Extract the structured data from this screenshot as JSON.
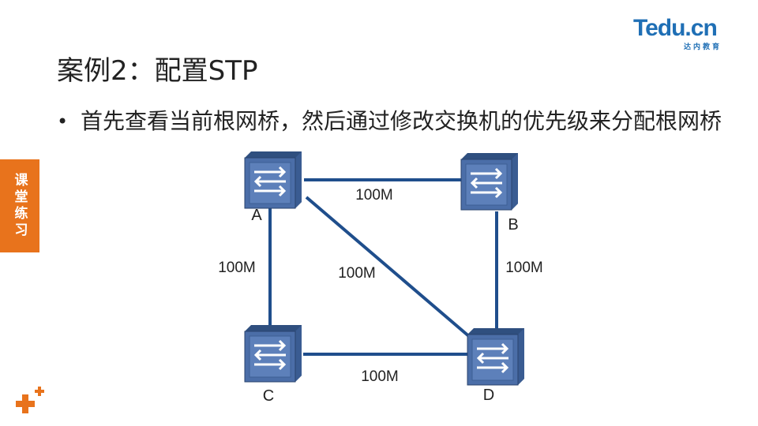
{
  "logo": {
    "main": "Tedu.cn",
    "sub": "达内教育"
  },
  "title": "案例2：配置STP",
  "bullet": {
    "dot": "•",
    "text": "首先查看当前根网桥，然后通过修改交换机的优先级来分配根网桥"
  },
  "side_tab": {
    "label": "课堂练习"
  },
  "colors": {
    "accent": "#e8731c",
    "link": "#1f4e8c",
    "switch": "#4b6ea8",
    "brand": "#1f6fb5"
  },
  "diagram": {
    "nodes": [
      {
        "id": "A",
        "label": "A"
      },
      {
        "id": "B",
        "label": "B"
      },
      {
        "id": "C",
        "label": "C"
      },
      {
        "id": "D",
        "label": "D"
      }
    ],
    "links": [
      {
        "from": "A",
        "to": "B",
        "label": "100M"
      },
      {
        "from": "A",
        "to": "C",
        "label": "100M"
      },
      {
        "from": "A",
        "to": "D",
        "label": "100M"
      },
      {
        "from": "B",
        "to": "D",
        "label": "100M"
      },
      {
        "from": "C",
        "to": "D",
        "label": "100M"
      }
    ]
  }
}
